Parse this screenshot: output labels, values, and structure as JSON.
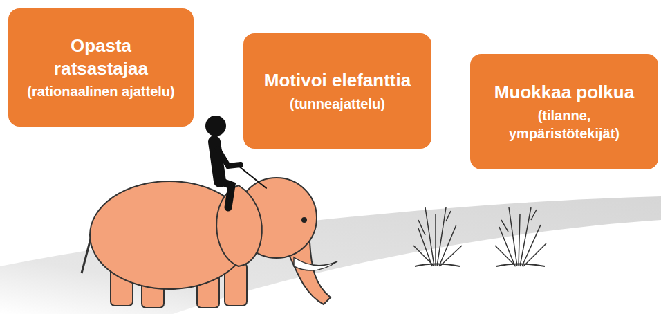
{
  "diagram": {
    "nodes": [
      {
        "text": [
          "Opasta ratsastajaa",
          "(rationaalinen ajattelu)"
        ]
      },
      {
        "text": [
          "Motivoi elefanttia",
          "(tunneajattelu)"
        ]
      },
      {
        "text": [
          "Muokkaa polkua",
          "(tilanne, ympäristötekijät)"
        ]
      }
    ]
  }
}
